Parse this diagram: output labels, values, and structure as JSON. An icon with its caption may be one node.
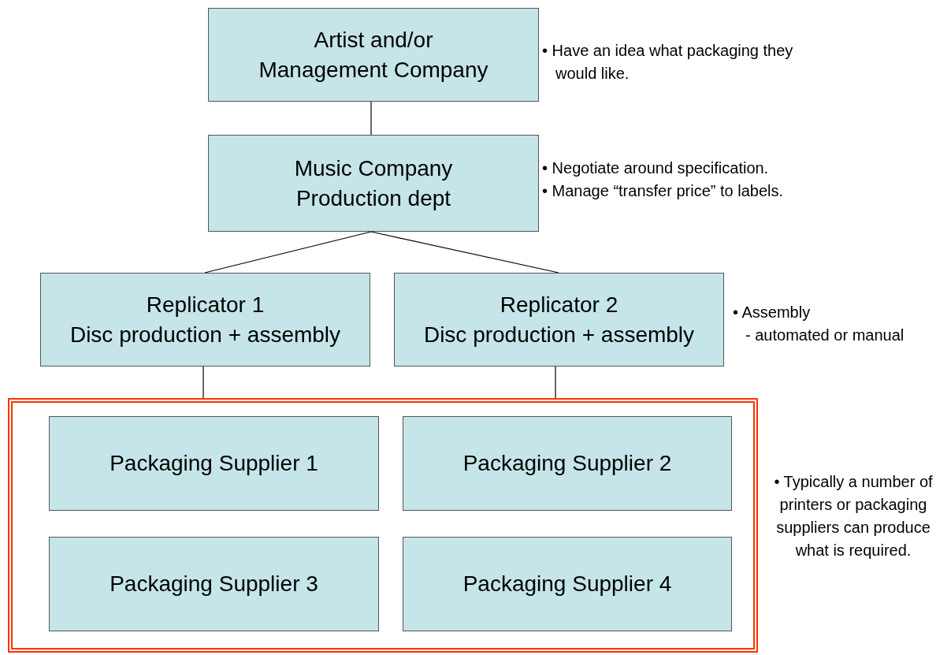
{
  "diagram": {
    "nodes": [
      {
        "text": [
          "Artist and/or Management Company"
        ],
        "beside": [
          "• Have an idea what packaging they would like."
        ]
      },
      {
        "text": [
          "Music Company Production dept"
        ],
        "beside": [
          "• Negotiate around specification.",
          "• Manage “transfer price” to labels."
        ]
      },
      {
        "text": [
          "Replicator 1",
          "Disc production + assembly"
        ]
      },
      {
        "text": [
          "Replicator 2",
          "Disc production + assembly"
        ],
        "beside": [
          "• Assembly",
          "- automated or manual"
        ]
      },
      {
        "text": [],
        "shape": "box",
        "beside": [
          "• Typically a number of printers or packaging suppliers can produce what is required."
        ]
      },
      {
        "text": [
          "Packaging Supplier 1"
        ],
        "in": 4
      },
      {
        "text": [
          "Packaging Supplier 2"
        ],
        "in": 4
      },
      {
        "text": [
          "Packaging Supplier 3"
        ],
        "in": 4
      },
      {
        "text": [
          "Packaging Supplier 4"
        ],
        "in": 4
      }
    ],
    "edges": [
      {
        "from": 0,
        "to": 1,
        "arrow": "none"
      },
      {
        "from": 1,
        "to": 2,
        "arrow": "none"
      },
      {
        "from": 1,
        "to": 3,
        "arrow": "none"
      },
      {
        "from": 2,
        "to": 4,
        "arrow": "none"
      },
      {
        "from": 3,
        "to": 4,
        "arrow": "none"
      }
    ]
  }
}
